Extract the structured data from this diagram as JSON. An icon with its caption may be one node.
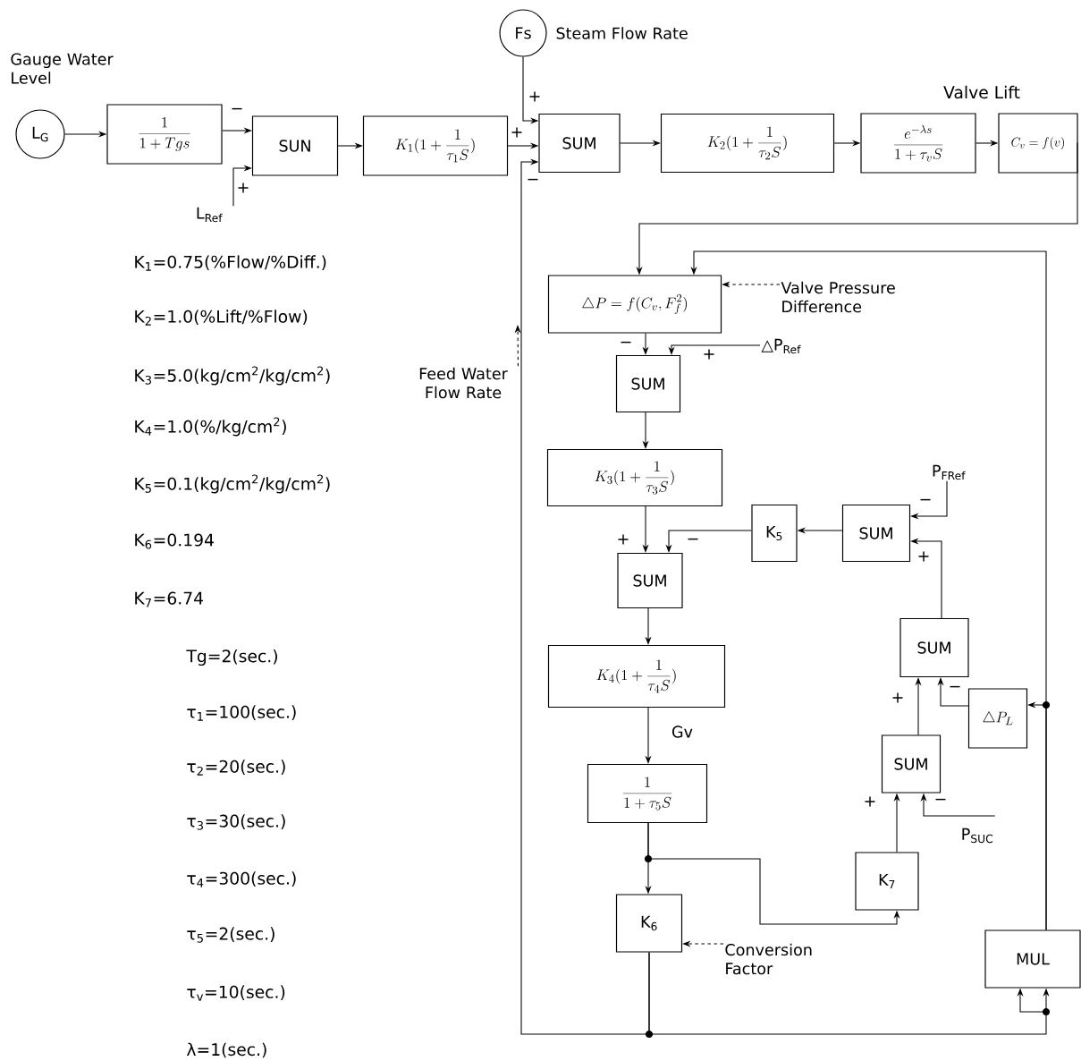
{
  "diagram": {
    "nodes": [
      {
        "text": [
          "L$_{G}$"
        ],
        "beside": [
          "Gauge Water Level"
        ]
      },
      {
        "text": [
          "\\frac{1}{1+Tgs}"
        ]
      },
      {
        "text": [
          "SUN"
        ]
      },
      {
        "text": [
          "K_1(1+\\frac{1}{\\tau_1 S})"
        ]
      },
      {
        "text": [
          "Fs"
        ],
        "beside": [
          "Steam Flow Rate"
        ]
      },
      {
        "text": [
          "SUM"
        ]
      },
      {
        "text": [
          "K_2(1+\\frac{1}{\\tau_2 S})"
        ]
      },
      {
        "text": [
          "\\frac{e^{-\\lambda s}}{1+\\tau_v S}"
        ]
      },
      {
        "text": [
          "C_v=f(v)"
        ]
      },
      {
        "text": [
          "\\triangle P=f(C_v,F_f^2)"
        ]
      },
      {
        "text": [
          "Valve Pressure Difference"
        ]
      },
      {
        "text": [
          "SUM"
        ]
      },
      {
        "text": [
          "K_3(1+\\frac{1}{\\tau_3 S})"
        ]
      },
      {
        "text": [
          "K$_{5}$"
        ]
      },
      {
        "text": [
          "SUM"
        ]
      },
      {
        "text": [
          "SUM"
        ]
      },
      {
        "text": [
          "K_4(1+\\frac{1}{\\tau_4 S})"
        ]
      },
      {
        "text": [
          "\\frac{1}{1+\\tau_5 S}"
        ]
      },
      {
        "text": [
          "SUM"
        ]
      },
      {
        "text": [
          "\\triangle P_L"
        ]
      },
      {
        "text": [
          "SUM"
        ]
      },
      {
        "text": [
          "K$_{7}$"
        ]
      },
      {
        "text": [
          "K$_{6}$"
        ]
      },
      {
        "text": [
          "Conversion Factor"
        ]
      },
      {
        "text": [
          "MUL"
        ]
      },
      {
        "text": [
          "Feed Water Flow Rate"
        ]
      },
      {
        "text": [
          "L$_{Ref}$"
        ]
      },
      {
        "text": [
          "△P$_{Ref}$"
        ]
      },
      {
        "text": [
          "P$_{FRef}$"
        ]
      },
      {
        "text": [
          "P$_{SUC}$"
        ]
      }
    ],
    "edges": [
      {
        "from": 0,
        "to": 1,
        "arrow": "to"
      },
      {
        "from": 1,
        "to": 2,
        "arrow": "to",
        "label": "−"
      },
      {
        "from": 26,
        "to": 2,
        "arrow": "to",
        "label": "+"
      },
      {
        "from": 2,
        "to": 3,
        "arrow": "to"
      },
      {
        "from": 3,
        "to": 5,
        "arrow": "to",
        "label": "+"
      },
      {
        "from": 4,
        "to": 5,
        "arrow": "to",
        "label": "+"
      },
      {
        "from": 22,
        "to": 5,
        "arrow": "to",
        "label": "−"
      },
      {
        "from": 5,
        "to": 6,
        "arrow": "to"
      },
      {
        "from": 6,
        "to": 7,
        "arrow": "to"
      },
      {
        "from": 7,
        "to": 8,
        "arrow": "to"
      },
      {
        "from": 8,
        "to": 9,
        "arrow": "to"
      },
      {
        "from": 24,
        "to": 9,
        "arrow": "to"
      },
      {
        "from": 10,
        "to": 9,
        "arrow": "to",
        "style": "dashed"
      },
      {
        "from": 9,
        "to": 11,
        "arrow": "to",
        "label": "−"
      },
      {
        "from": 27,
        "to": 11,
        "arrow": "to",
        "label": "+"
      },
      {
        "from": 11,
        "to": 12,
        "arrow": "to"
      },
      {
        "from": 12,
        "to": 15,
        "arrow": "to",
        "label": "+"
      },
      {
        "from": 13,
        "to": 15,
        "arrow": "to",
        "label": "−"
      },
      {
        "from": 14,
        "to": 13,
        "arrow": "to"
      },
      {
        "from": 28,
        "to": 14,
        "arrow": "to",
        "label": "−"
      },
      {
        "from": 18,
        "to": 14,
        "arrow": "to",
        "label": "+"
      },
      {
        "from": 15,
        "to": 16,
        "arrow": "to"
      },
      {
        "from": 16,
        "to": 17,
        "arrow": "to",
        "label": "Gv"
      },
      {
        "from": 17,
        "to": 22,
        "arrow": "to"
      },
      {
        "from": 17,
        "to": 21,
        "arrow": "to"
      },
      {
        "from": 23,
        "to": 22,
        "arrow": "to",
        "style": "dashed"
      },
      {
        "from": 21,
        "to": 20,
        "arrow": "to",
        "label": "+"
      },
      {
        "from": 29,
        "to": 20,
        "arrow": "to",
        "label": "−"
      },
      {
        "from": 20,
        "to": 18,
        "arrow": "to",
        "label": "+"
      },
      {
        "from": 19,
        "to": 18,
        "arrow": "to",
        "label": "−"
      },
      {
        "from": 24,
        "to": 19,
        "arrow": "to"
      },
      {
        "from": 22,
        "to": 24,
        "arrow": "to"
      },
      {
        "from": 25,
        "to": null,
        "arrow": "to",
        "style": "dashed"
      }
    ],
    "labels": [
      "Valve Lift",
      "K$_{1}$=0.75(%Flow/%Diff.)",
      "K$_{2}$=1.0(%Lift/%Flow)",
      "K$_{3}$=5.0(kg/cm$^{2}$/kg/cm$^{2}$)",
      "K$_{4}$=1.0(%/kg/cm$^{2}$)",
      "K$_{5}$=0.1(kg/cm$^{2}$/kg/cm$^{2}$)",
      "K$_{6}$=0.194",
      "K$_{7}$=6.74",
      "Tg=2(sec.)",
      "τ$_{1}$=100(sec.)",
      "τ$_{2}$=20(sec.)",
      "τ$_{3}$=30(sec.)",
      "τ$_{4}$=300(sec.)",
      "τ$_{5}$=2(sec.)",
      "τ$_{v}$=10(sec.)",
      "λ=1(sec.)"
    ]
  }
}
